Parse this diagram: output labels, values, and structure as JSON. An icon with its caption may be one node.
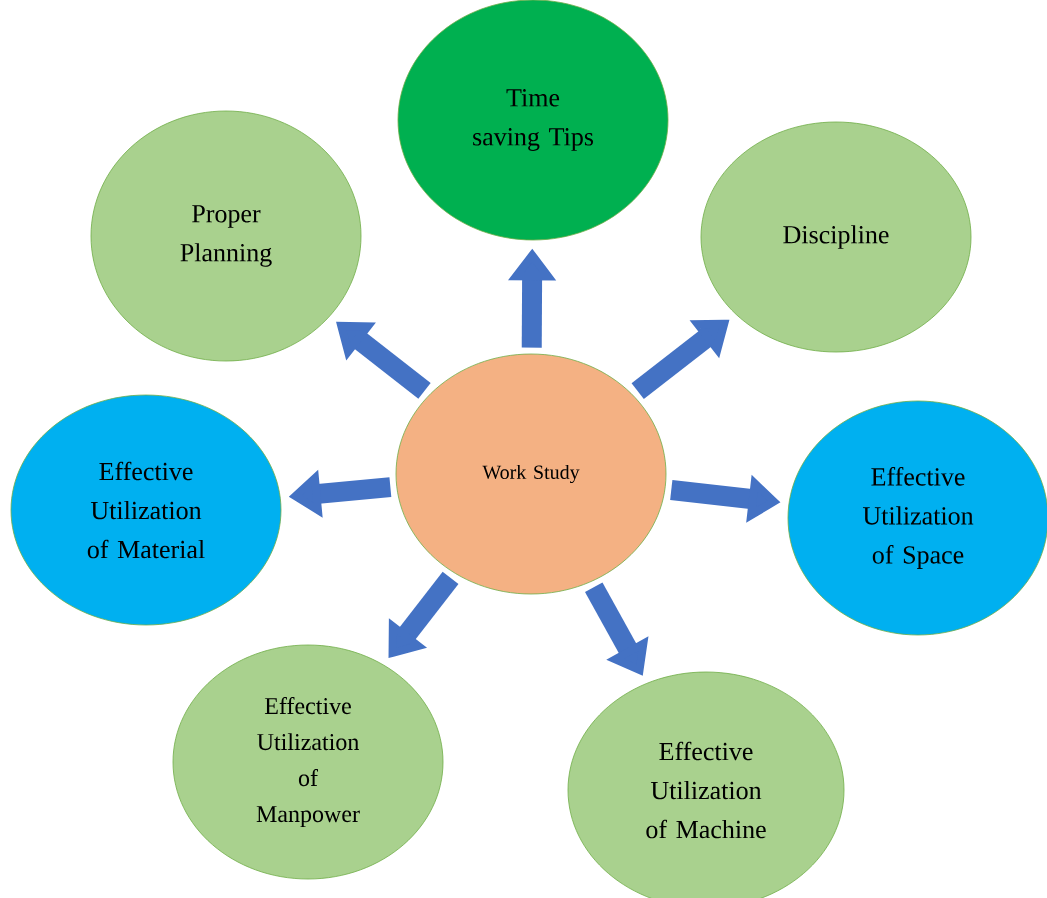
{
  "diagram": {
    "nodes": [
      {
        "text": [
          "Time saving Tips"
        ]
      },
      {
        "text": [
          "Proper Planning"
        ]
      },
      {
        "text": [
          "Discipline"
        ]
      },
      {
        "text": [
          "Work Study"
        ]
      },
      {
        "text": [
          "Effective Utilization of Material"
        ]
      },
      {
        "text": [
          "Effective Utilization of Space"
        ]
      },
      {
        "text": [
          "Effective Utilization of Manpower"
        ]
      },
      {
        "text": [
          "Effective Utilization of Machine"
        ]
      }
    ],
    "edges": [
      {
        "from": 3,
        "to": 0,
        "arrow": "to"
      },
      {
        "from": 3,
        "to": 1,
        "arrow": "to"
      },
      {
        "from": 3,
        "to": 2,
        "arrow": "to"
      },
      {
        "from": 3,
        "to": 4,
        "arrow": "to"
      },
      {
        "from": 3,
        "to": 5,
        "arrow": "to"
      },
      {
        "from": 3,
        "to": 6,
        "arrow": "to"
      },
      {
        "from": 3,
        "to": 7,
        "arrow": "to"
      }
    ]
  }
}
